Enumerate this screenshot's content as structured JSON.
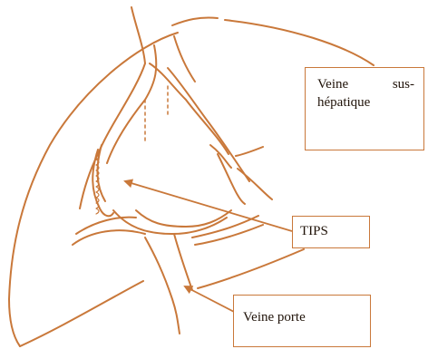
{
  "colors": {
    "stroke": "#c9783a",
    "text": "#1f1208",
    "background": "#ffffff"
  },
  "labels": {
    "sus_line1_a": "Veine",
    "sus_line1_b": "sus-",
    "sus_line2": "hépatique",
    "tips": "TIPS",
    "porte": "Veine porte"
  }
}
